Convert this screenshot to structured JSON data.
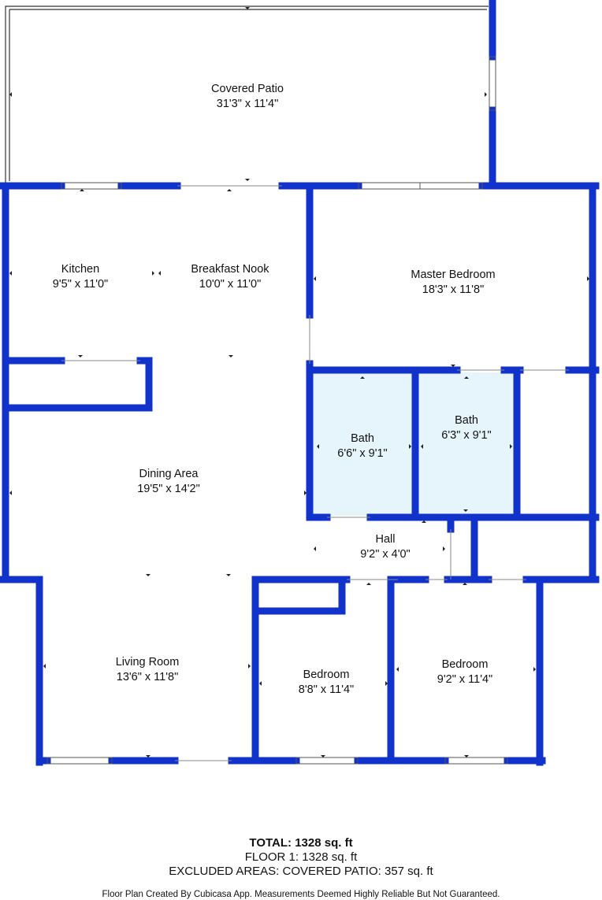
{
  "rooms": {
    "covered_patio": {
      "name": "Covered Patio",
      "dims": "31'3\" x 11'4\""
    },
    "kitchen": {
      "name": "Kitchen",
      "dims": "9'5\" x 11'0\""
    },
    "breakfast_nook": {
      "name": "Breakfast Nook",
      "dims": "10'0\" x 11'0\""
    },
    "master_bedroom": {
      "name": "Master Bedroom",
      "dims": "18'3\" x 11'8\""
    },
    "bath_1": {
      "name": "Bath",
      "dims": "6'6\" x 9'1\""
    },
    "bath_2": {
      "name": "Bath",
      "dims": "6'3\" x 9'1\""
    },
    "dining_area": {
      "name": "Dining Area",
      "dims": "19'5\" x 14'2\""
    },
    "hall": {
      "name": "Hall",
      "dims": "9'2\" x 4'0\""
    },
    "living_room": {
      "name": "Living Room",
      "dims": "13'6\" x 11'8\""
    },
    "bedroom_1": {
      "name": "Bedroom",
      "dims": "8'8\" x 11'4\""
    },
    "bedroom_2": {
      "name": "Bedroom",
      "dims": "9'2\" x 11'4\""
    }
  },
  "summary": {
    "total_label": "TOTAL:",
    "total_value": "1328 sq. ft",
    "floor_line": "FLOOR 1: 1328 sq. ft",
    "excluded_line": "EXCLUDED AREAS: COVERED PATIO: 357 sq. ft"
  },
  "credit": "Floor Plan Created By Cubicasa App. Measurements Deemed Highly Reliable But Not Guaranteed.",
  "colors": {
    "wall": "#1133cc",
    "bath_fill": "#e6f5fb",
    "thin_line": "#333333"
  }
}
